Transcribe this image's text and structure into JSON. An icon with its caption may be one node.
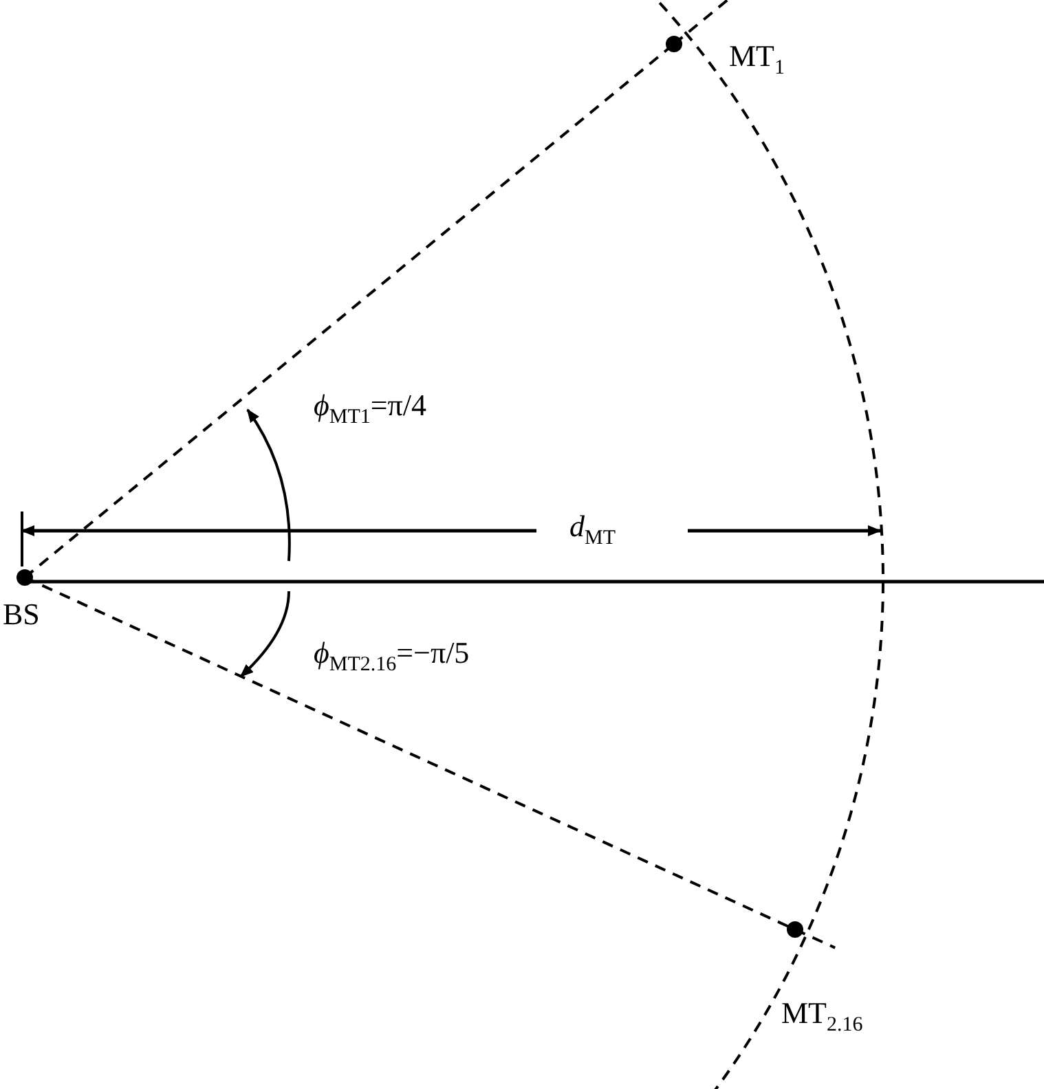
{
  "diagram": {
    "nodes": [
      {
        "text": [
          "BS"
        ]
      },
      {
        "text": [
          "MT$_{1}$"
        ]
      },
      {
        "text": [
          "MT$_{2.16}$"
        ]
      }
    ],
    "edges": [
      {
        "from": 0,
        "to": 1,
        "arrow": "none",
        "style": "dashed"
      },
      {
        "from": 0,
        "to": 2,
        "arrow": "none",
        "style": "dashed"
      }
    ],
    "labels": [
      "*ϕ*$_{MT1}$=π/4",
      "*d*$_{MT}$",
      "*ϕ*$_{MT2.16}$=−π/5"
    ]
  }
}
